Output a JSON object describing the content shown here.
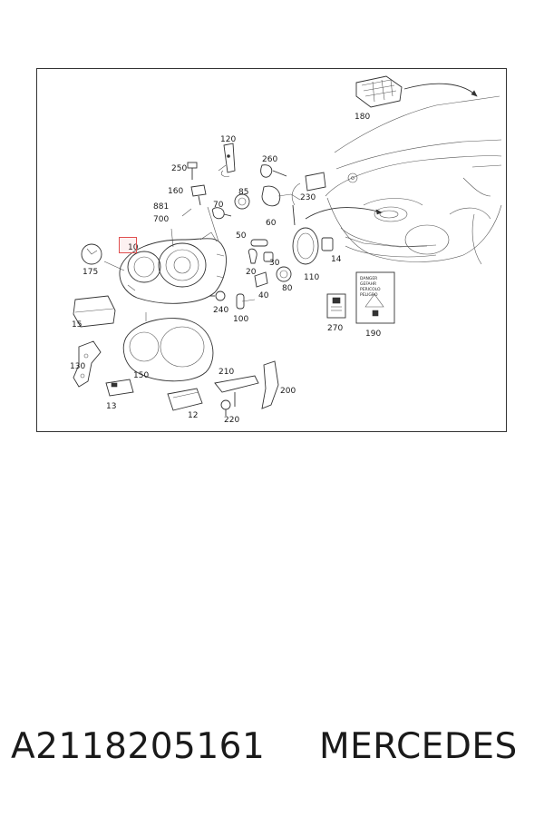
{
  "diagram": {
    "callouts": {
      "p10": "10",
      "p12": "12",
      "p13": "13",
      "p14": "14",
      "p15": "15",
      "p20": "20",
      "p30": "30",
      "p40": "40",
      "p50": "50",
      "p60": "60",
      "p70": "70",
      "p80": "80",
      "p85": "85",
      "p100": "100",
      "p110": "110",
      "p120": "120",
      "p130": "130",
      "p150": "150",
      "p160": "160",
      "p175": "175",
      "p180": "180",
      "p190": "190",
      "p200": "200",
      "p210": "210",
      "p220": "220",
      "p230": "230",
      "p240": "240",
      "p250": "250",
      "p260": "260",
      "p270": "270",
      "p700": "700",
      "p881": "881"
    },
    "warning_label": {
      "line1": "DANGER",
      "line2": "GEFAHR",
      "line3": "PERICOLO",
      "line4": "PELIGRO"
    },
    "highlighted_part": "10",
    "accent_color": "#e05050"
  },
  "caption": {
    "part_number": "A2118205161",
    "brand": "MERCEDES"
  }
}
